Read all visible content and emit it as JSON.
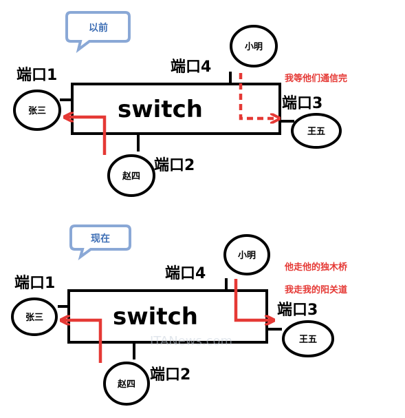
{
  "before": {
    "tag": "以前",
    "switch_label": "switch",
    "ports": [
      "端口1",
      "端口2",
      "端口3",
      "端口4"
    ],
    "nodes": [
      "张三",
      "赵四",
      "王五",
      "小明"
    ],
    "notes": [
      "我等他们通信完"
    ]
  },
  "after": {
    "tag": "现在",
    "switch_label": "switch",
    "ports": [
      "端口1",
      "端口2",
      "端口3",
      "端口4"
    ],
    "nodes": [
      "张三",
      "赵四",
      "王五",
      "小明"
    ],
    "notes": [
      "他走他的独木桥",
      "我走我的阳关道"
    ]
  },
  "watermark": "ITANews.com",
  "colors": {
    "arrow": "#e53935",
    "tag_border": "#8aa8d6",
    "tag_text": "#3f6fb5"
  }
}
